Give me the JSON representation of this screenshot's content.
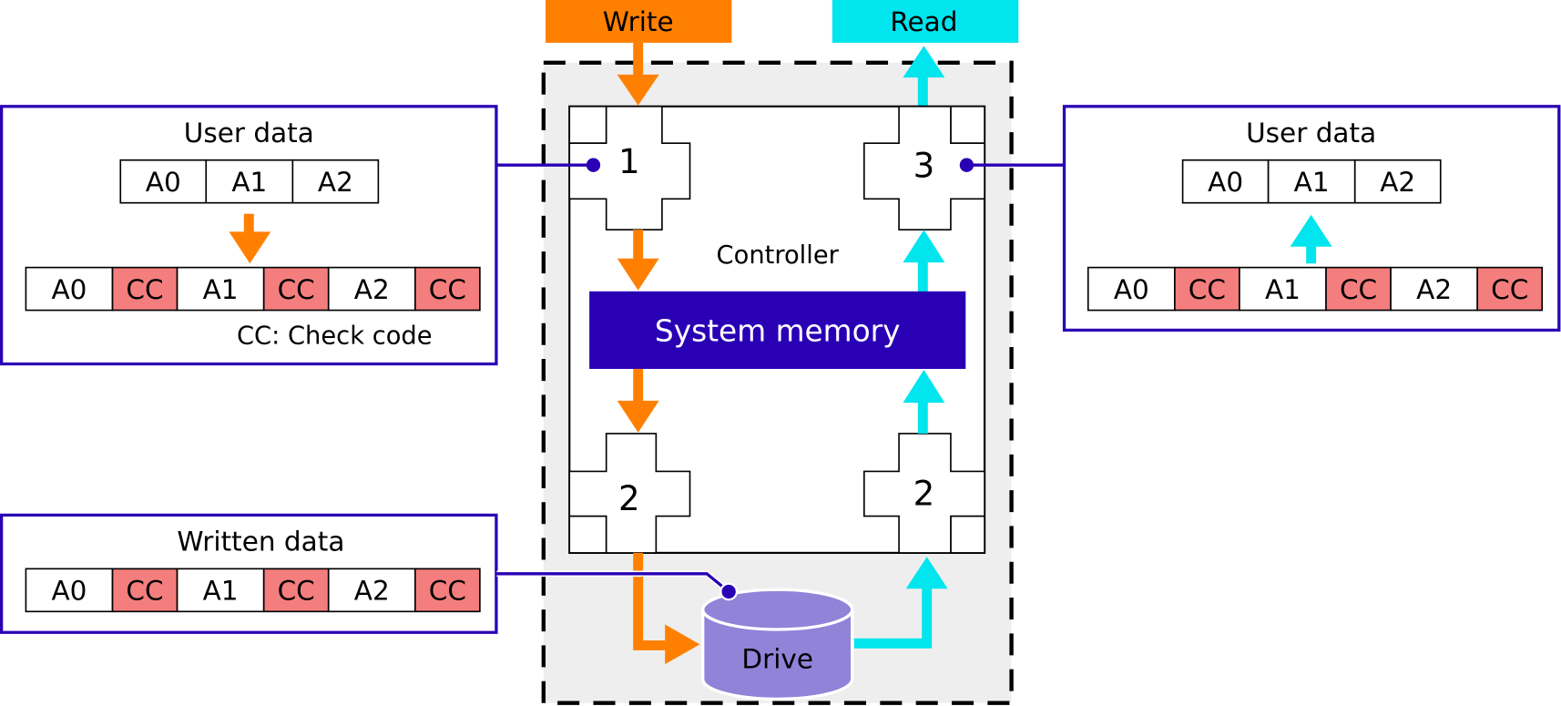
{
  "colors": {
    "write": "#ff8000",
    "read": "#00e5ee",
    "panel_border": "#2a00b4",
    "system_memory": "#2a00b4",
    "drive": "#9083d8",
    "check_code": "#f47e7e",
    "container_bg": "#eeeeee"
  },
  "header": {
    "write_label": "Write",
    "read_label": "Read"
  },
  "controller": {
    "label": "Controller",
    "system_memory_label": "System memory",
    "steps": {
      "write_in": "1",
      "write_out": "2",
      "read_in": "2",
      "read_out": "3"
    }
  },
  "drive": {
    "label": "Drive"
  },
  "left_user_panel": {
    "title": "User data",
    "user_cells": [
      "A0",
      "A1",
      "A2"
    ],
    "encoded_cells": [
      {
        "label": "A0",
        "type": "data"
      },
      {
        "label": "CC",
        "type": "check"
      },
      {
        "label": "A1",
        "type": "data"
      },
      {
        "label": "CC",
        "type": "check"
      },
      {
        "label": "A2",
        "type": "data"
      },
      {
        "label": "CC",
        "type": "check"
      }
    ],
    "legend": "CC: Check code"
  },
  "written_panel": {
    "title": "Written data",
    "cells": [
      {
        "label": "A0",
        "type": "data"
      },
      {
        "label": "CC",
        "type": "check"
      },
      {
        "label": "A1",
        "type": "data"
      },
      {
        "label": "CC",
        "type": "check"
      },
      {
        "label": "A2",
        "type": "data"
      },
      {
        "label": "CC",
        "type": "check"
      }
    ]
  },
  "right_user_panel": {
    "title": "User data",
    "user_cells": [
      "A0",
      "A1",
      "A2"
    ],
    "encoded_cells": [
      {
        "label": "A0",
        "type": "data"
      },
      {
        "label": "CC",
        "type": "check"
      },
      {
        "label": "A1",
        "type": "data"
      },
      {
        "label": "CC",
        "type": "check"
      },
      {
        "label": "A2",
        "type": "data"
      },
      {
        "label": "CC",
        "type": "check"
      }
    ]
  }
}
